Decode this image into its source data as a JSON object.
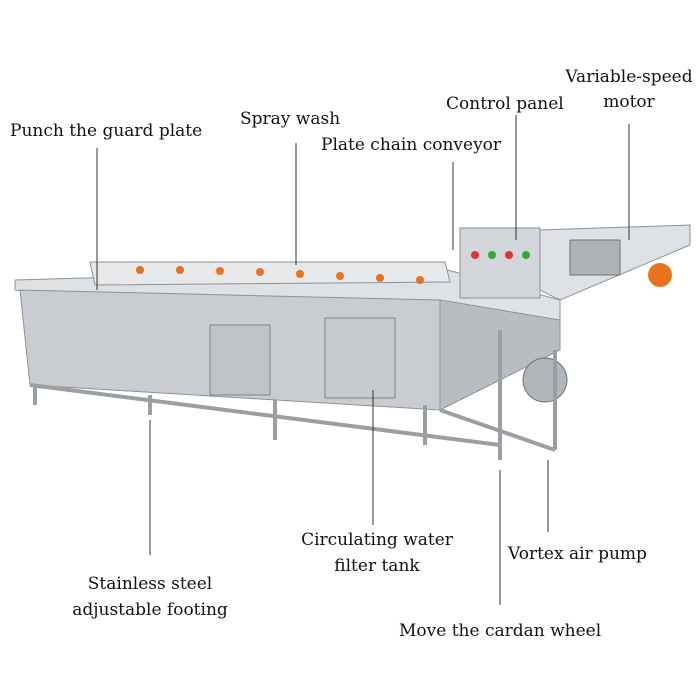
{
  "labels": {
    "guard_plate": "Punch the guard plate",
    "spray_wash": "Spray wash",
    "conveyor": "Plate chain conveyor",
    "control_panel": "Control panel",
    "motor_1": "Variable-speed",
    "motor_2": "motor",
    "footing_1": "Stainless steel",
    "footing_2": "adjustable footing",
    "filter_1": "Circulating water",
    "filter_2": "filter tank",
    "air_pump": "Vortex air pump",
    "cardan_wheel": "Move the cardan wheel"
  },
  "colors": {
    "steel": "#c9ccd0",
    "steel_dark": "#8d9297",
    "orange": "#e8731e"
  }
}
